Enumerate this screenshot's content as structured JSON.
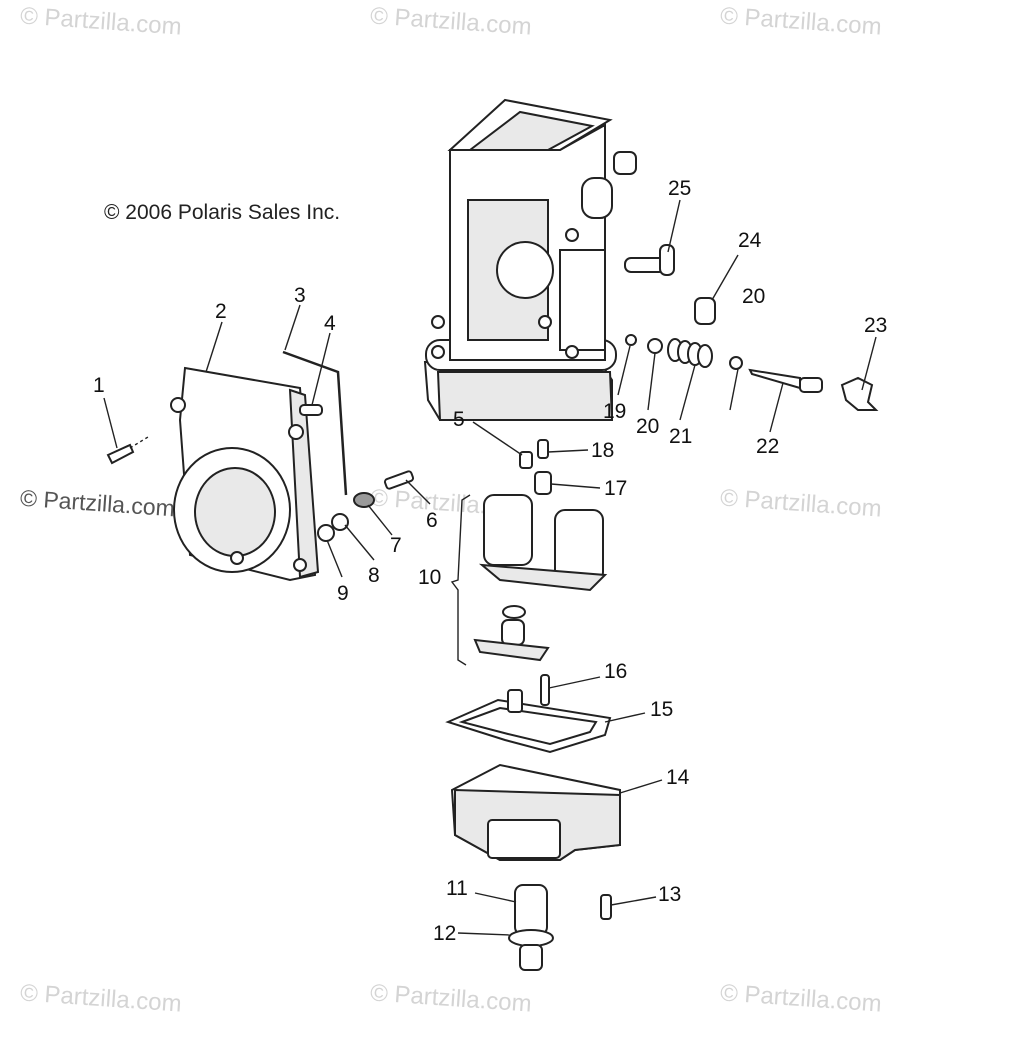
{
  "copyright": "© 2006 Polaris Sales Inc.",
  "watermark": "© Partzilla.com",
  "callouts": [
    "1",
    "2",
    "3",
    "4",
    "5",
    "6",
    "7",
    "8",
    "9",
    "10",
    "11",
    "12",
    "13",
    "14",
    "15",
    "16",
    "17",
    "18",
    "19",
    "20",
    "20",
    "21",
    "22",
    "23",
    "24",
    "25"
  ]
}
